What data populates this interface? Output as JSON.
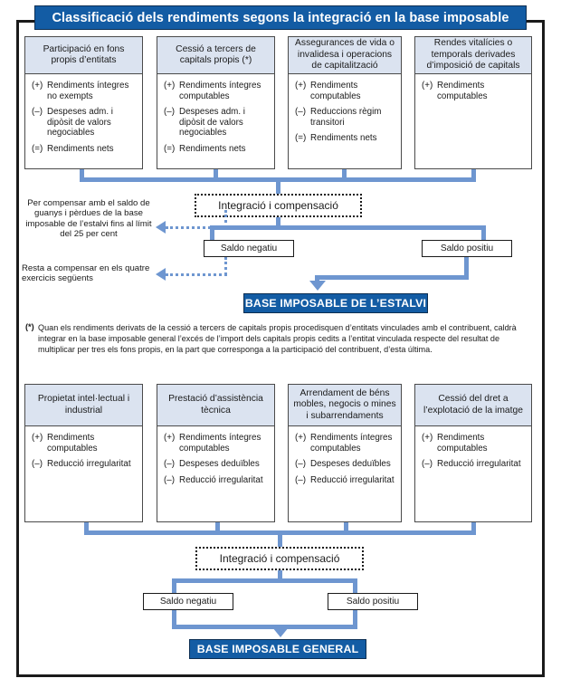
{
  "title": "Classificació dels rendiments segons la integració en la base imposable",
  "colors": {
    "banner_blue": "#135ca4",
    "connector_blue": "#6e96d0",
    "box_header_fill": "#dbe3f0",
    "frame_black": "#1a1a1a"
  },
  "savings_section": {
    "boxes": [
      {
        "title": "Participació en fons propis d’entitats",
        "items": [
          {
            "sign": "(+)",
            "text": "Rendiments íntegres no exempts"
          },
          {
            "sign": "(–)",
            "text": "Despeses adm. i dipòsit de valors negociables"
          },
          {
            "sign": "(=)",
            "text": "Rendiments nets"
          }
        ]
      },
      {
        "title": "Cessió a tercers de capitals propis (*)",
        "items": [
          {
            "sign": "(+)",
            "text": "Rendiments íntegres computables"
          },
          {
            "sign": "(–)",
            "text": "Despeses adm. i dipòsit de valors negociables"
          },
          {
            "sign": "(=)",
            "text": "Rendiments nets"
          }
        ]
      },
      {
        "title": "Assegurances de vida o invalidesa i operacions de capitalització",
        "items": [
          {
            "sign": "(+)",
            "text": "Rendiments computables"
          },
          {
            "sign": "(–)",
            "text": "Reduccions règim transitori"
          },
          {
            "sign": "(=)",
            "text": "Rendiments nets"
          }
        ]
      },
      {
        "title": "Rendes vitalícies o temporals derivades d’imposició de capitals",
        "items": [
          {
            "sign": "(+)",
            "text": "Rendiments computables"
          }
        ]
      }
    ],
    "integration_label": "Integració i compensació",
    "saldo_negatiu": "Saldo negatiu",
    "saldo_positiu": "Saldo positiu",
    "result_banner": "BASE IMPOSABLE DE L’ESTALVI",
    "note_1": "Per compensar amb el saldo de guanys i pèrdues de la base imposable de l’estalvi fins al límit del 25 per cent",
    "note_2": "Resta a compensar en els quatre exercicis següents"
  },
  "footnote": {
    "mark": "(*)",
    "text": "Quan els rendiments derivats de la cessió a tercers de capitals propis procedisquen d’entitats vinculades amb el contribuent, caldrà integrar en la base imposable general l’excés de l’import dels capitals propis cedits a l’entitat vinculada respecte del resultat de multiplicar per tres els fons propis, en la part que corresponga a la participació del contribuent, d’esta última."
  },
  "general_section": {
    "boxes": [
      {
        "title": "Propietat intel·lectual i industrial",
        "items": [
          {
            "sign": "(+)",
            "text": "Rendiments computables"
          },
          {
            "sign": "(–)",
            "text": "Reducció irregularitat"
          }
        ]
      },
      {
        "title": "Prestació d’assistència tècnica",
        "items": [
          {
            "sign": "(+)",
            "text": "Rendiments íntegres computables"
          },
          {
            "sign": "(–)",
            "text": "Despeses deduïbles"
          },
          {
            "sign": "(–)",
            "text": "Reducció irregularitat"
          }
        ]
      },
      {
        "title": "Arrendament de béns mobles, negocis o mines i subarrendaments",
        "items": [
          {
            "sign": "(+)",
            "text": "Rendiments íntegres computables"
          },
          {
            "sign": "(–)",
            "text": "Despeses deduïbles"
          },
          {
            "sign": "(–)",
            "text": "Reducció irregularitat"
          }
        ]
      },
      {
        "title": "Cessió del dret a l’explotació de la imatge",
        "items": [
          {
            "sign": "(+)",
            "text": "Rendiments computables"
          },
          {
            "sign": "(–)",
            "text": "Reducció irregularitat"
          }
        ]
      }
    ],
    "integration_label": "Integració i compensació",
    "saldo_negatiu": "Saldo negatiu",
    "saldo_positiu": "Saldo positiu",
    "result_banner": "BASE IMPOSABLE GENERAL"
  }
}
